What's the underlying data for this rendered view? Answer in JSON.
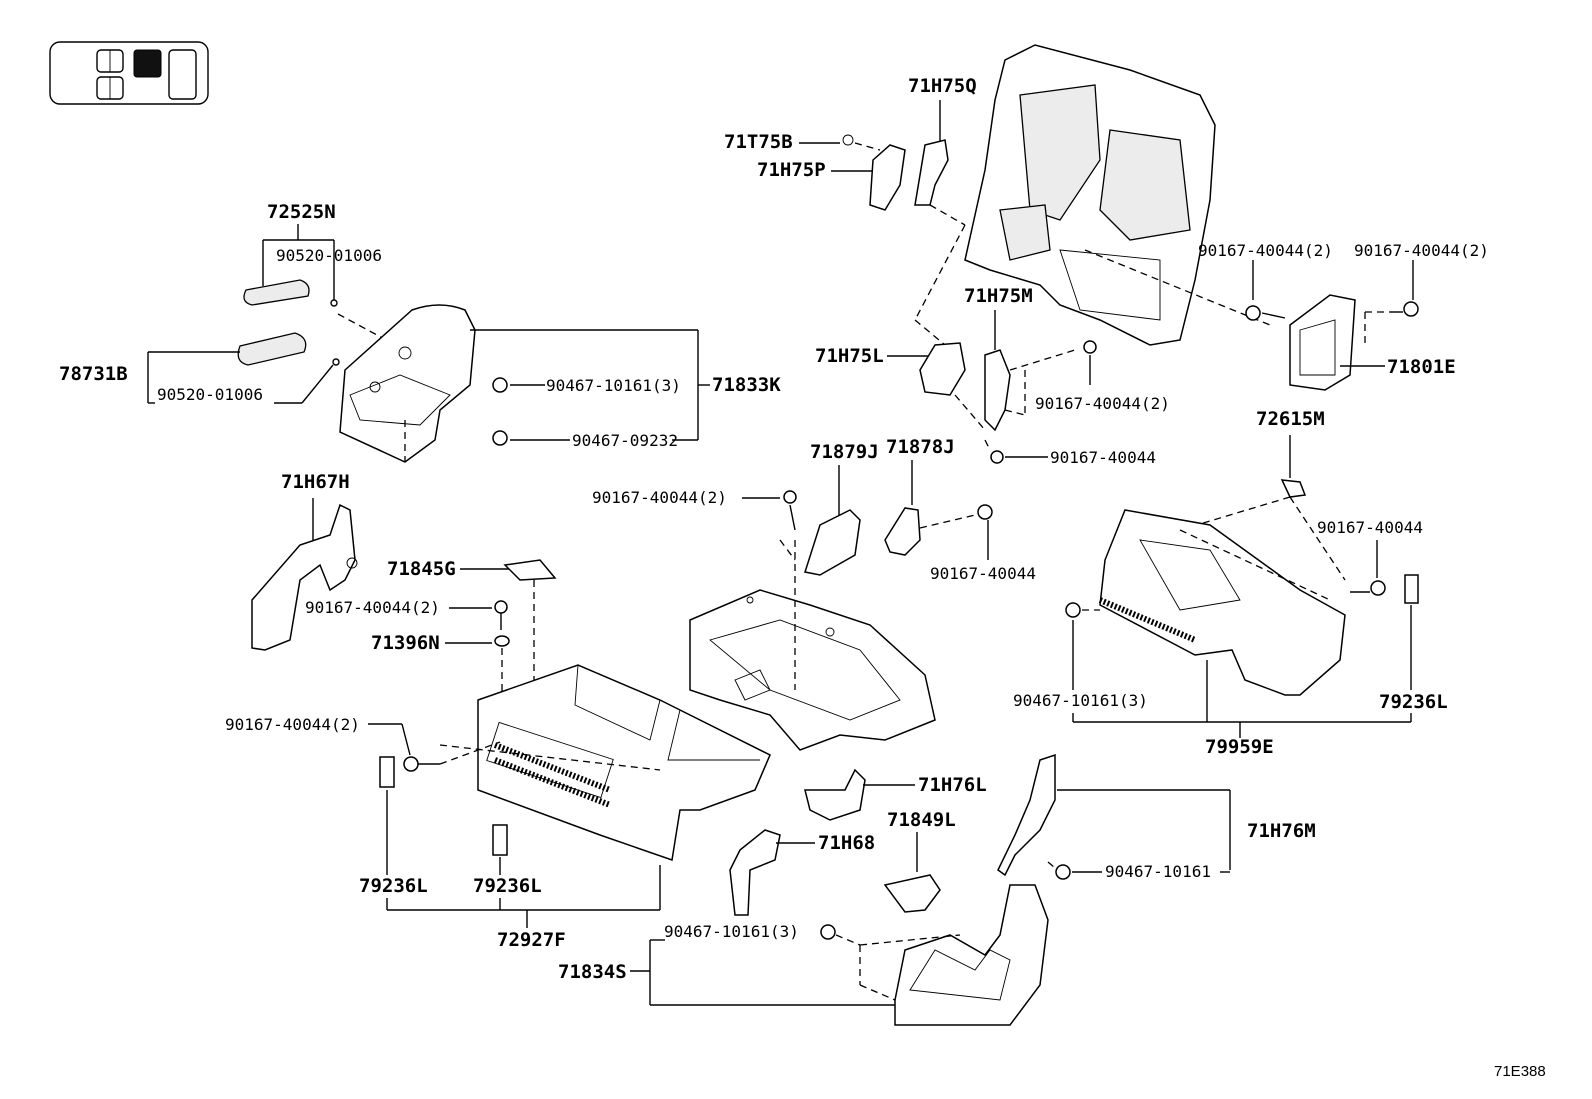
{
  "labels": {
    "p72525N": "72525N",
    "p90520_01006_top": "90520-01006",
    "p78731B": "78731B",
    "p90520_01006_bottom": "90520-01006",
    "p90467_10161_3_left": "90467-10161(3)",
    "p71833K": "71833K",
    "p90467_09232": "90467-09232",
    "p71H67H": "71H67H",
    "p71845G": "71845G",
    "p90167_40044_2_mid": "90167-40044(2)",
    "p71396N": "71396N",
    "p90167_40044_2_lowleft": "90167-40044(2)",
    "p79236L_a": "79236L",
    "p79236L_b": "79236L",
    "p72927F": "72927F",
    "p71T75B": "71T75B",
    "p71H75Q": "71H75Q",
    "p71H75P": "71H75P",
    "p71H75M": "71H75M",
    "p71H75L": "71H75L",
    "p90167_40044_2_center": "90167-40044(2)",
    "p90167_40044_center": "90167-40044",
    "p71879J": "71879J",
    "p71878J": "71878J",
    "p90167_40044_2_c2": "90167-40044(2)",
    "p90167_40044_c2": "90167-40044",
    "p90167_40044_2_r1": "90167-40044(2)",
    "p90167_40044_2_r2": "90167-40044(2)",
    "p71801E": "71801E",
    "p72615M": "72615M",
    "p90167_40044_r3": "90167-40044",
    "p90467_10161_3_right": "90467-10161(3)",
    "p79236L_c": "79236L",
    "p79959E": "79959E",
    "p71H76L": "71H76L",
    "p71H68": "71H68",
    "p71849L": "71849L",
    "p71H76M": "71H76M",
    "p90467_10161": "90467-10161",
    "p90467_10161_3_bottom": "90467-10161(3)",
    "p71834S": "71834S"
  },
  "figure_ref": "71E388"
}
